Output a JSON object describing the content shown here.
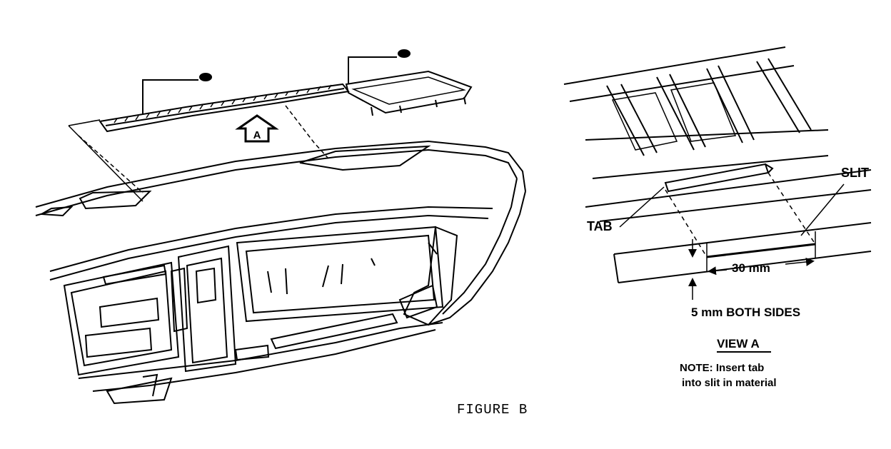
{
  "figure": {
    "caption": "FIGURE B",
    "callout_letter": "A"
  },
  "view_a": {
    "title": "VIEW A",
    "tab_label": "TAB",
    "slit_label": "SLIT",
    "slit_length": "30 mm",
    "margin_note": "5 mm BOTH SIDES",
    "note_line1": "NOTE: Insert tab",
    "note_line2": "into slit in material"
  }
}
